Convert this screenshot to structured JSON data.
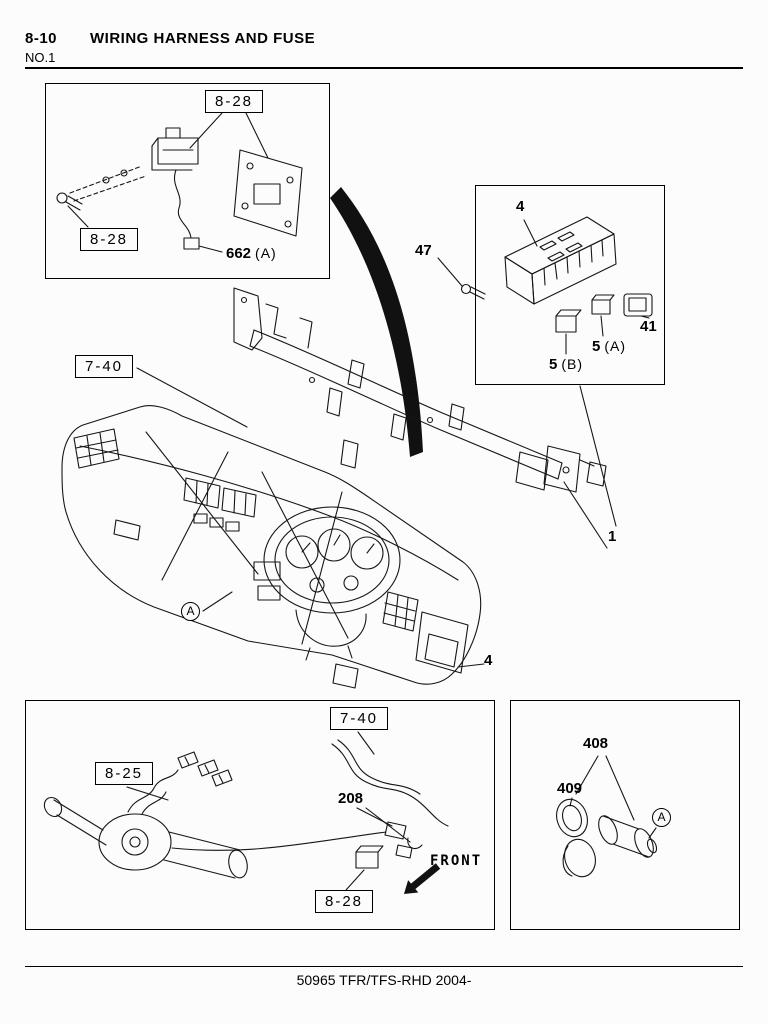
{
  "header": {
    "section": "8-10",
    "title": "WIRING HARNESS AND FUSE",
    "page_no": "NO.1"
  },
  "footer": {
    "model": "50965 TFR/TFS-RHD 2004-"
  },
  "colors": {
    "ink": "#000000",
    "paper": "#fcfcfc"
  },
  "insets": {
    "top_left": {
      "ref_top": "8-28",
      "ref_side": "8-28",
      "part_662": {
        "num": "662",
        "suffix": "(A)"
      }
    },
    "fuse_box": {
      "part_4": "4",
      "part_47": "47",
      "part_41": "41",
      "part_5a": {
        "num": "5",
        "suffix": "(A)"
      },
      "part_5b": {
        "num": "5",
        "suffix": "(B)"
      }
    },
    "column_switch": {
      "ref_7_40": "7-40",
      "ref_8_25": "8-25",
      "ref_8_28": "8-28",
      "part_208": "208",
      "front": "FRONT"
    },
    "lighter": {
      "part_408": "408",
      "part_409": "409",
      "callout": "A"
    }
  },
  "main": {
    "ref_7_40": "7-40",
    "part_1": "1",
    "part_4": "4",
    "callout": "A"
  }
}
